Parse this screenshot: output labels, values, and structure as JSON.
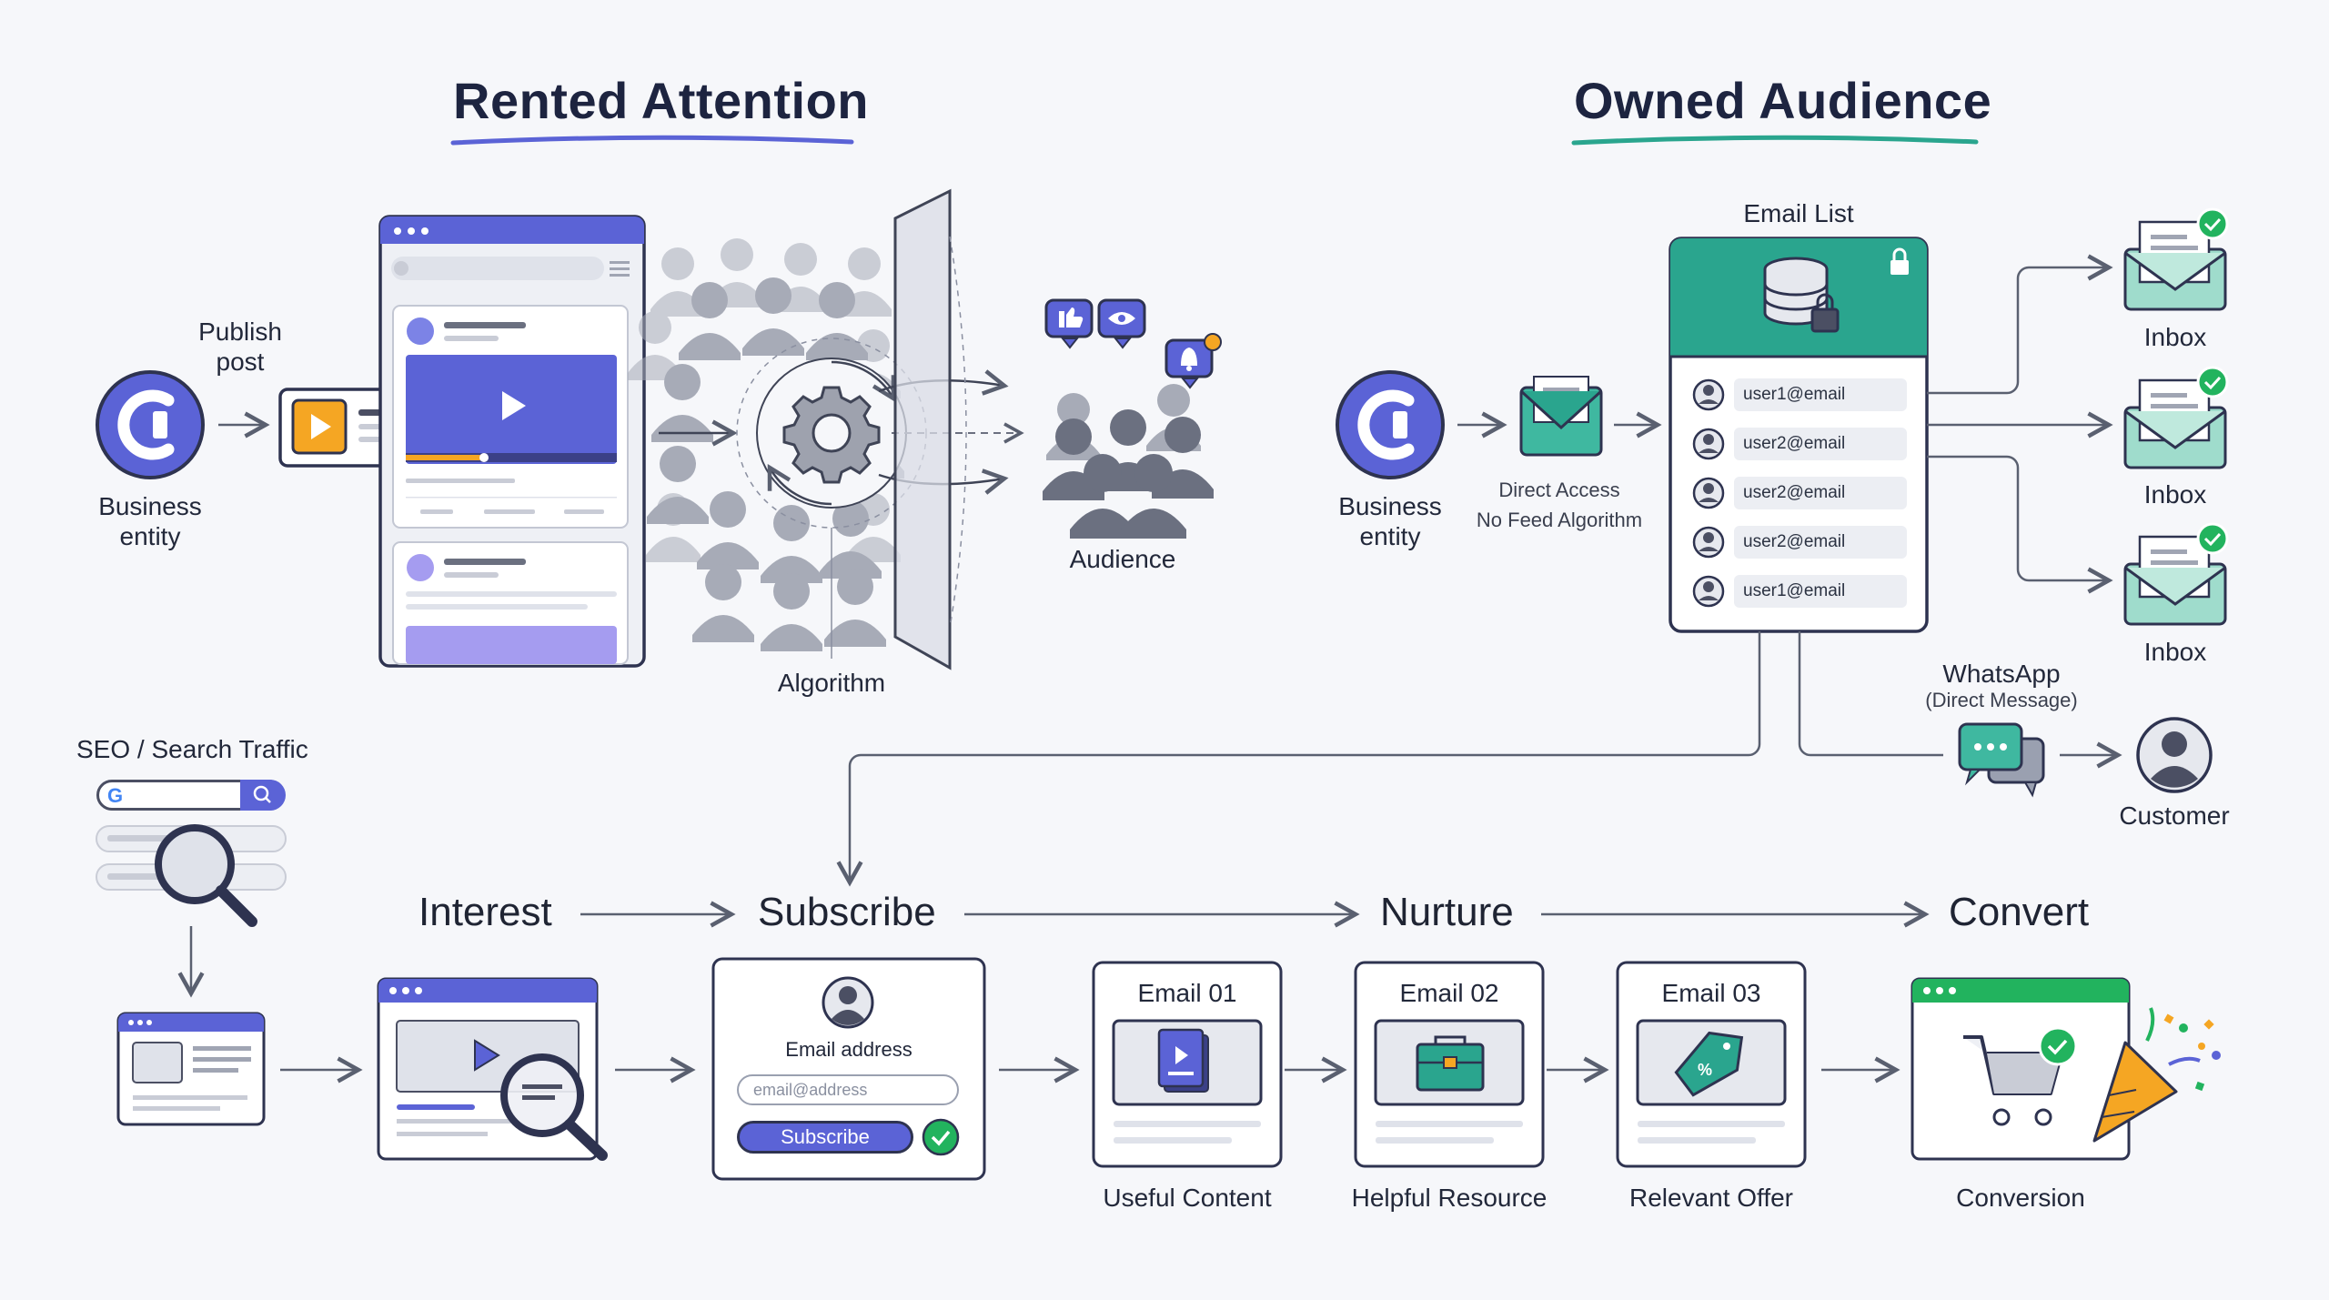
{
  "titles": {
    "rented": "Rented Attention",
    "owned": "Owned Audience"
  },
  "rented": {
    "business_label_1": "Business",
    "business_label_2": "entity",
    "publish_1": "Publish",
    "publish_2": "post",
    "algorithm": "Algorithm",
    "audience": "Audience"
  },
  "owned": {
    "business_label_1": "Business",
    "business_label_2": "entity",
    "direct_1": "Direct Access",
    "direct_2": "No Feed Algorithm",
    "email_list_title": "Email List",
    "emails": [
      "user1@email",
      "user2@email",
      "user2@email",
      "user2@email",
      "user1@email"
    ],
    "inbox_labels": [
      "Inbox",
      "Inbox",
      "Inbox"
    ],
    "whatsapp_1": "WhatsApp",
    "whatsapp_2": "(Direct Message)",
    "customer": "Customer"
  },
  "seo": {
    "label": "SEO / Search Traffic"
  },
  "funnel": {
    "stages": [
      "Interest",
      "Subscribe",
      "Nurture",
      "Convert"
    ],
    "subscribe_form": {
      "field_label": "Email address",
      "placeholder": "email@address",
      "button": "Subscribe"
    },
    "emails": [
      {
        "title": "Email 01",
        "caption": "Useful Content"
      },
      {
        "title": "Email 02",
        "caption": "Helpful Resource"
      },
      {
        "title": "Email 03",
        "caption": "Relevant Offer"
      }
    ],
    "conversion": "Conversion"
  },
  "colors": {
    "indigo": "#5b63d6",
    "teal": "#2aa58e",
    "green": "#22b35e",
    "orange": "#f5a623",
    "outline": "#2e3350"
  }
}
